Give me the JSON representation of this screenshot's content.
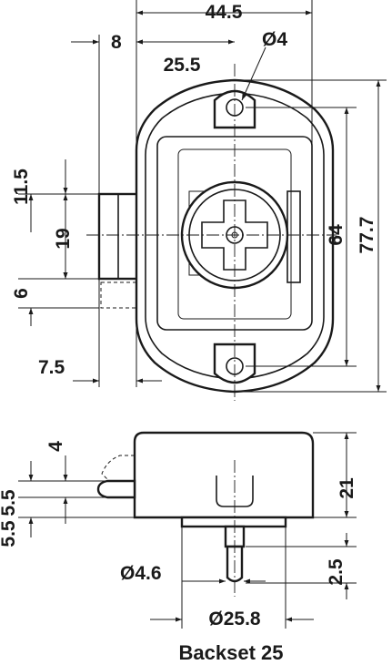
{
  "front_view": {
    "overall_width": "44.5",
    "strike_offset": "8",
    "hole_offset": "25.5",
    "hole_diameter": "Ø4",
    "strike_top": "11.5",
    "strike_height": "19",
    "latch_offset": "6",
    "flange_offset": "7.5",
    "hole_spacing": "64",
    "overall_height": "77.7"
  },
  "side_view": {
    "bolt_travel": "4",
    "bolt_height": "5.5",
    "body_depth": "21",
    "bolt_offset": "5.5",
    "spigot_diameter": "Ø4.6",
    "spigot_length": "2.5",
    "boss_diameter": "Ø25.8"
  },
  "caption": "Backset 25"
}
